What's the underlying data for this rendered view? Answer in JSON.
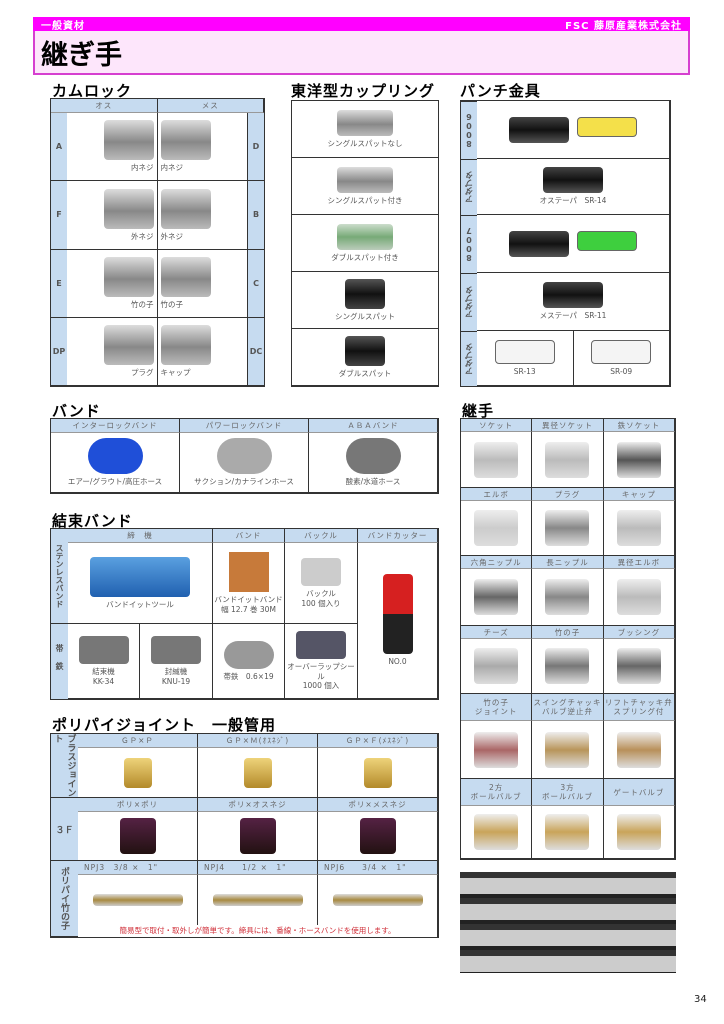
{
  "header": {
    "category": "一般資材",
    "company": "FSC 藤原産業株式会社",
    "title": "継ぎ手"
  },
  "camlock": {
    "title": "カムロック",
    "col_headers": [
      "オス",
      "メス"
    ],
    "rows": [
      {
        "male_code": "A",
        "male_label": "内ネジ",
        "female_label": "内ネジ",
        "female_code": "D"
      },
      {
        "male_code": "F",
        "male_label": "外ネジ",
        "female_label": "外ネジ",
        "female_code": "B"
      },
      {
        "male_code": "E",
        "male_label": "竹の子",
        "female_label": "竹の子",
        "female_code": "C"
      },
      {
        "male_code": "DP",
        "male_label": "プラグ",
        "female_label": "キャップ",
        "female_code": "DC"
      }
    ]
  },
  "toyo": {
    "title": "東洋型カップリング",
    "items": [
      "シングルスパットなし",
      "シングルスパット付き",
      "ダブルスパット付き",
      "シングルスパット",
      "ダブルスパット"
    ]
  },
  "punch": {
    "title": "パンチ金具",
    "rows": [
      {
        "side": "8006",
        "captions": [
          ""
        ]
      },
      {
        "side": "アダプタ",
        "captions": [
          "オステーパ　SR-14"
        ]
      },
      {
        "side": "8007",
        "captions": [
          ""
        ]
      },
      {
        "side": "アダプタ",
        "captions": [
          "メステーパ　SR-11"
        ]
      },
      {
        "side": "アダプタ",
        "captions": [
          "SR-13",
          "SR-09"
        ]
      }
    ]
  },
  "band": {
    "title": "バンド",
    "items": [
      {
        "header": "インターロックバンド",
        "caption": "エアー/グラウト/高圧ホース",
        "color": "#1f4fd8"
      },
      {
        "header": "パワーロックバンド",
        "caption": "サクション/カナラインホース",
        "color": "#aaaaaa"
      },
      {
        "header": "ＡＢＡバンド",
        "caption": "酸素/水道ホース",
        "color": "#777777"
      }
    ]
  },
  "kessoku": {
    "title": "結束バンド",
    "side": [
      "ステンレスバンド",
      "帯鉄"
    ],
    "headers": [
      "締　機",
      "バンド",
      "バックル",
      "バンドカッター"
    ],
    "tool": "バンドイットツール",
    "band": [
      "バンドイットバンド",
      "幅 12.7 巻 30M"
    ],
    "buckle": [
      "バックル",
      "100 個入り"
    ],
    "cutter": "NO.0",
    "obitetsu": [
      [
        "結束機",
        "KK-34"
      ],
      [
        "封緘機",
        "KNU-19"
      ],
      [
        "帯鉄　0.6×19"
      ],
      [
        "オーバーラップシール",
        "1000 個入"
      ]
    ]
  },
  "tsugite": {
    "title": "継手",
    "rows": [
      [
        "ソケット",
        "異径ソケット",
        "鉄ソケット"
      ],
      [
        "エルボ",
        "プラグ",
        "キャップ"
      ],
      [
        "六角ニップル",
        "長ニップル",
        "異径エルボ"
      ],
      [
        "チーズ",
        "竹の子",
        "ブッシング"
      ],
      [
        "竹の子\nジョイント",
        "スイングチャッキ\nバルブ逆止弁",
        "リフトチャッキ弁\nスプリング付"
      ],
      [
        "2方\nボールバルブ",
        "3方\nボールバルブ",
        "ゲートバルブ"
      ]
    ]
  },
  "poly": {
    "title": "ポリパイジョイント　一般管用",
    "rows": [
      {
        "side": "ブラスジョイント",
        "headers": [
          "ＧＰ×Ｐ",
          "ＧＰ×Ｍ(ｵｽﾈｼﾞ)",
          "ＧＰ×Ｆ(ﾒｽﾈｼﾞ)"
        ]
      },
      {
        "side": "３Ｆ",
        "headers": [
          "ポリ×ポリ",
          "ポリ×オスネジ",
          "ポリ×メスネジ"
        ]
      },
      {
        "side": "ポリパイ竹の子",
        "headers": [
          "NPJ3　3/8 ×　1\"",
          "NPJ4　　1/2 ×　1\"",
          "NPJ6　　3/4 ×　1\""
        ]
      }
    ],
    "note": "簡易型で取付・取外しが簡単です。締具には、番線・ホースバンドを使用します。"
  },
  "page_number": "34",
  "colors": {
    "accent": "#ff00ff",
    "header_bg": "#c6dbf0",
    "title_bg": "#fde6fb",
    "note": "#d0303a"
  }
}
